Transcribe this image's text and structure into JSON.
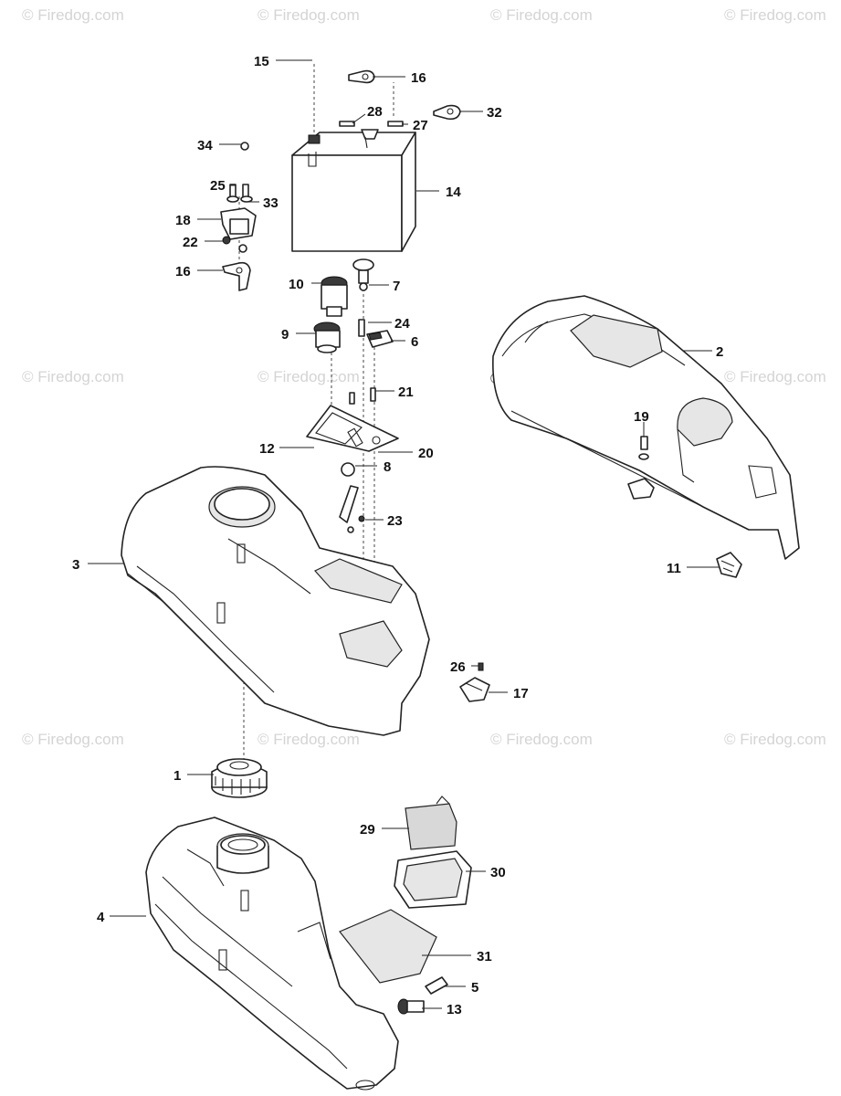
{
  "watermark": {
    "text": "© Firedog.com",
    "positions": [
      {
        "id": "wm-1"
      },
      {
        "id": "wm-2"
      },
      {
        "id": "wm-3"
      },
      {
        "id": "wm-4"
      },
      {
        "id": "wm-5"
      },
      {
        "id": "wm-6"
      },
      {
        "id": "wm-7"
      },
      {
        "id": "wm-8"
      },
      {
        "id": "wm-9"
      },
      {
        "id": "wm-10"
      },
      {
        "id": "wm-11"
      },
      {
        "id": "wm-12"
      }
    ]
  },
  "callouts": {
    "c1": "1",
    "c2": "2",
    "c3": "3",
    "c4": "4",
    "c5": "5",
    "c6": "6",
    "c7": "7",
    "c8": "8",
    "c9": "9",
    "c10": "10",
    "c11": "11",
    "c12": "12",
    "c13": "13",
    "c14": "14",
    "c15": "15",
    "c16a": "16",
    "c16b": "16",
    "c17": "17",
    "c18": "18",
    "c19": "19",
    "c20": "20",
    "c21": "21",
    "c22": "22",
    "c23": "23",
    "c24": "24",
    "c25": "25",
    "c26": "26",
    "c27": "27",
    "c28": "28",
    "c29": "29",
    "c30": "30",
    "c31": "31",
    "c32": "32",
    "c33": "33",
    "c34": "34"
  }
}
